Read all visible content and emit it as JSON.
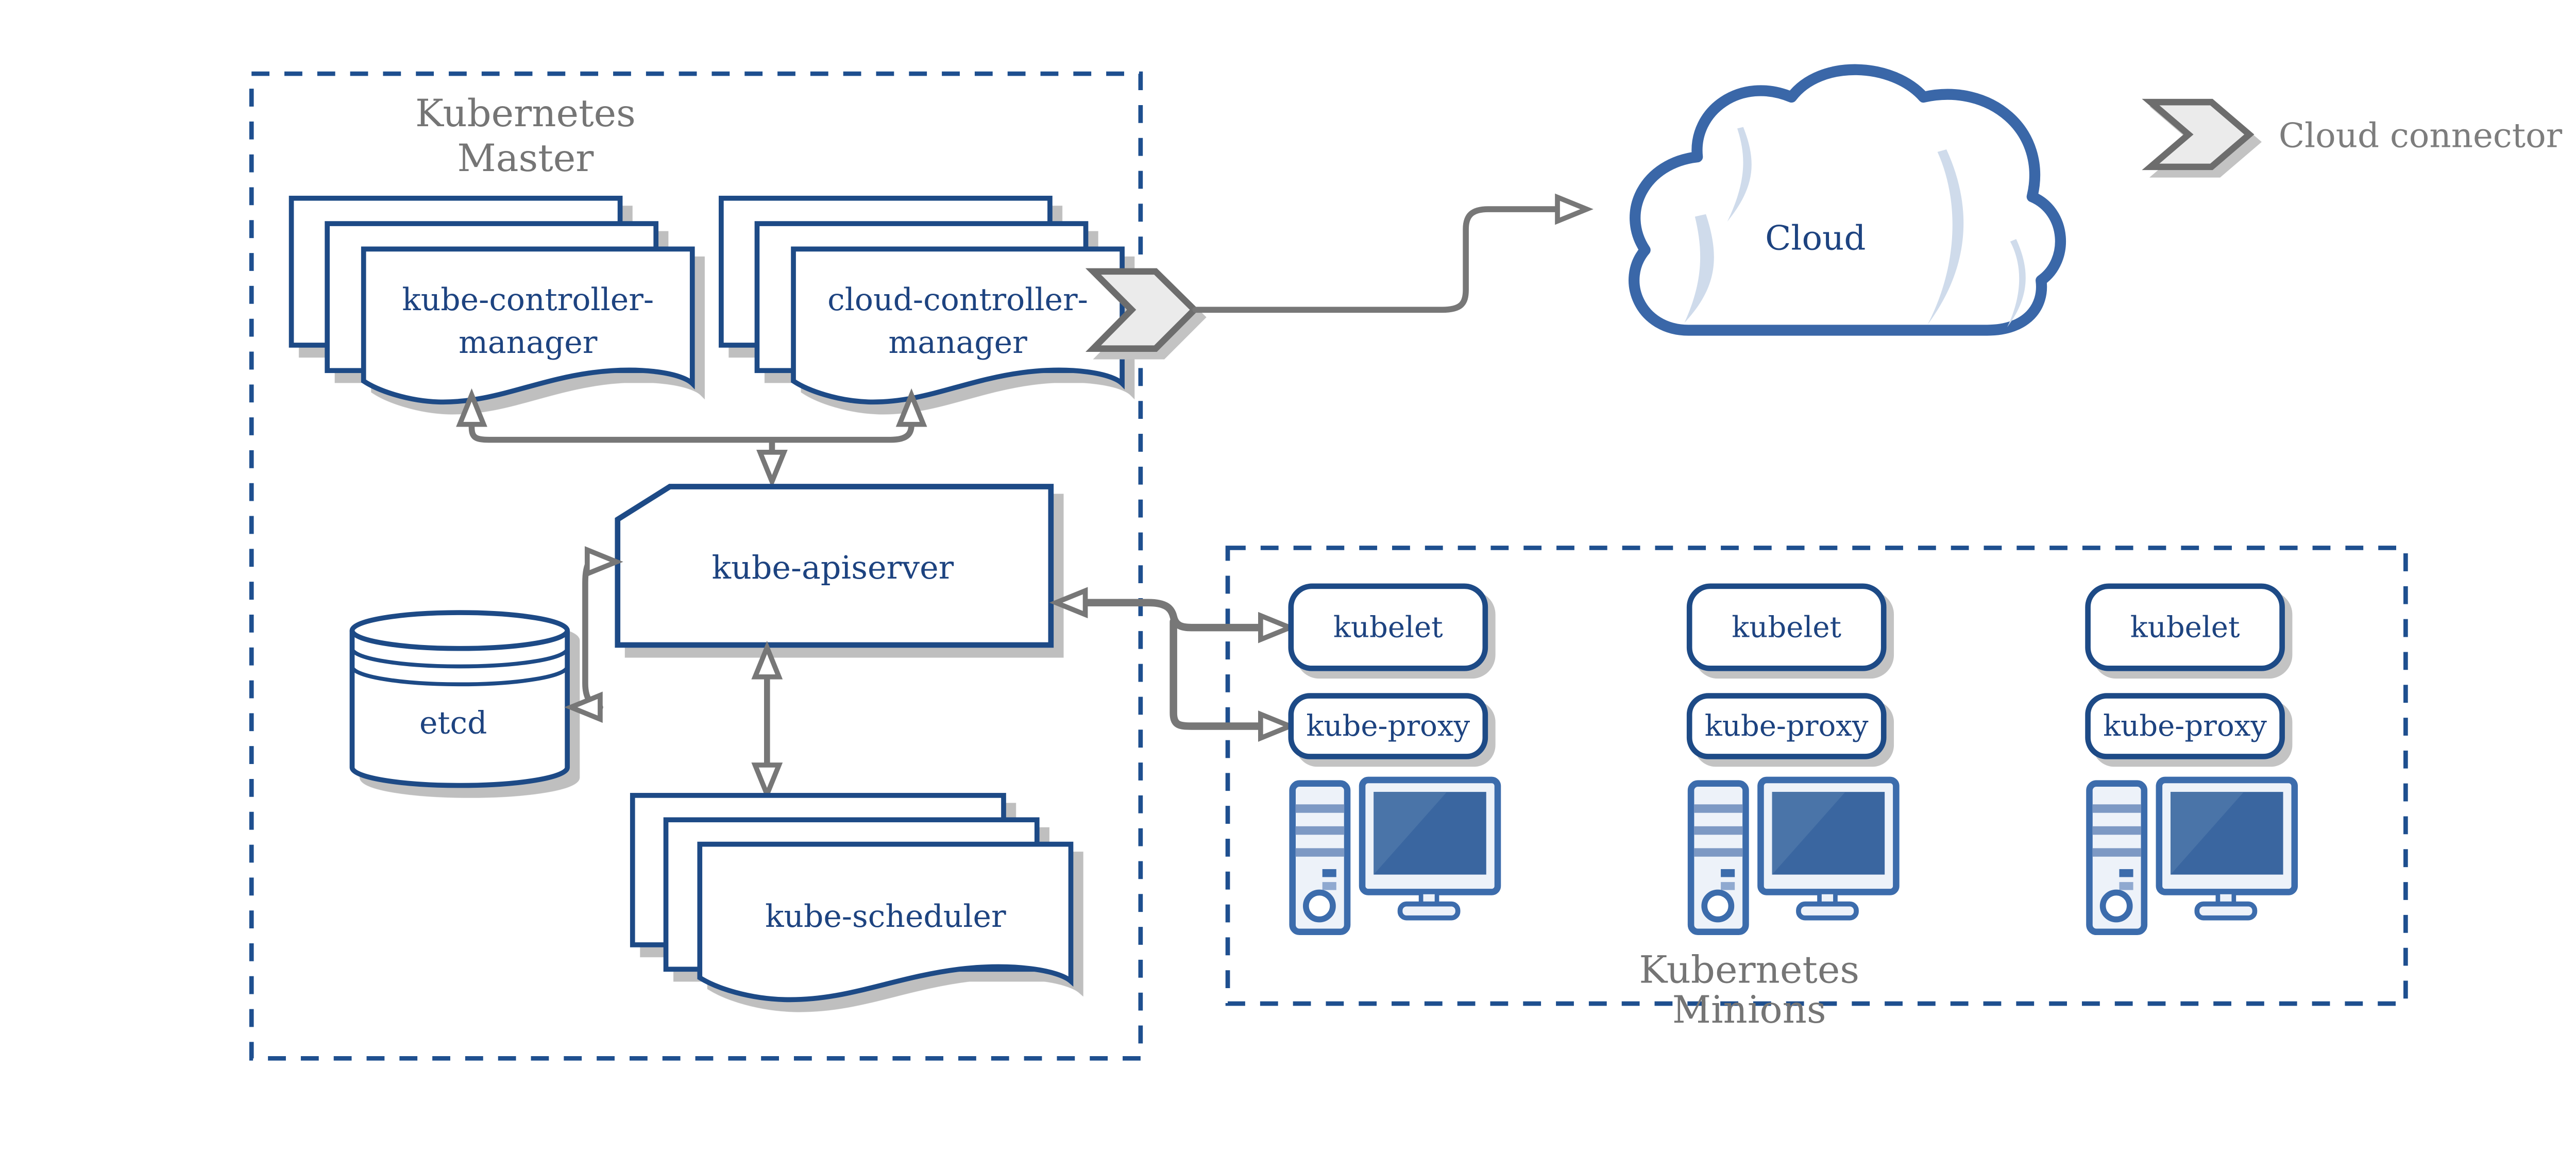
{
  "master": {
    "title_line1": "Kubernetes",
    "title_line2": "Master",
    "kube_controller_manager": {
      "line1": "kube-controller-",
      "line2": "manager"
    },
    "cloud_controller_manager": {
      "line1": "cloud-controller-",
      "line2": "manager"
    },
    "kube_apiserver": "kube-apiserver",
    "etcd": "etcd",
    "kube_scheduler": "kube-scheduler"
  },
  "cloud": {
    "label": "Cloud"
  },
  "legend": {
    "label": "Cloud connector"
  },
  "minions": {
    "title_line1": "Kubernetes",
    "title_line2": "Minions",
    "nodes": [
      {
        "kubelet": "kubelet",
        "kube_proxy": "kube-proxy"
      },
      {
        "kubelet": "kubelet",
        "kube_proxy": "kube-proxy"
      },
      {
        "kubelet": "kubelet",
        "kube_proxy": "kube-proxy"
      }
    ]
  },
  "colors": {
    "border_blue": "#1d4a86",
    "text_blue": "#1d4380",
    "dash_blue": "#1e4f8f",
    "icon_blue": "#3c6cac",
    "screen_dark": "#3a66a0",
    "screen_light": "#4a74a8",
    "arrow_gray": "#777777",
    "label_gray": "#757575",
    "shadow_gray": "#bfbfbf",
    "crescent_blue": "#cfdbeb"
  }
}
